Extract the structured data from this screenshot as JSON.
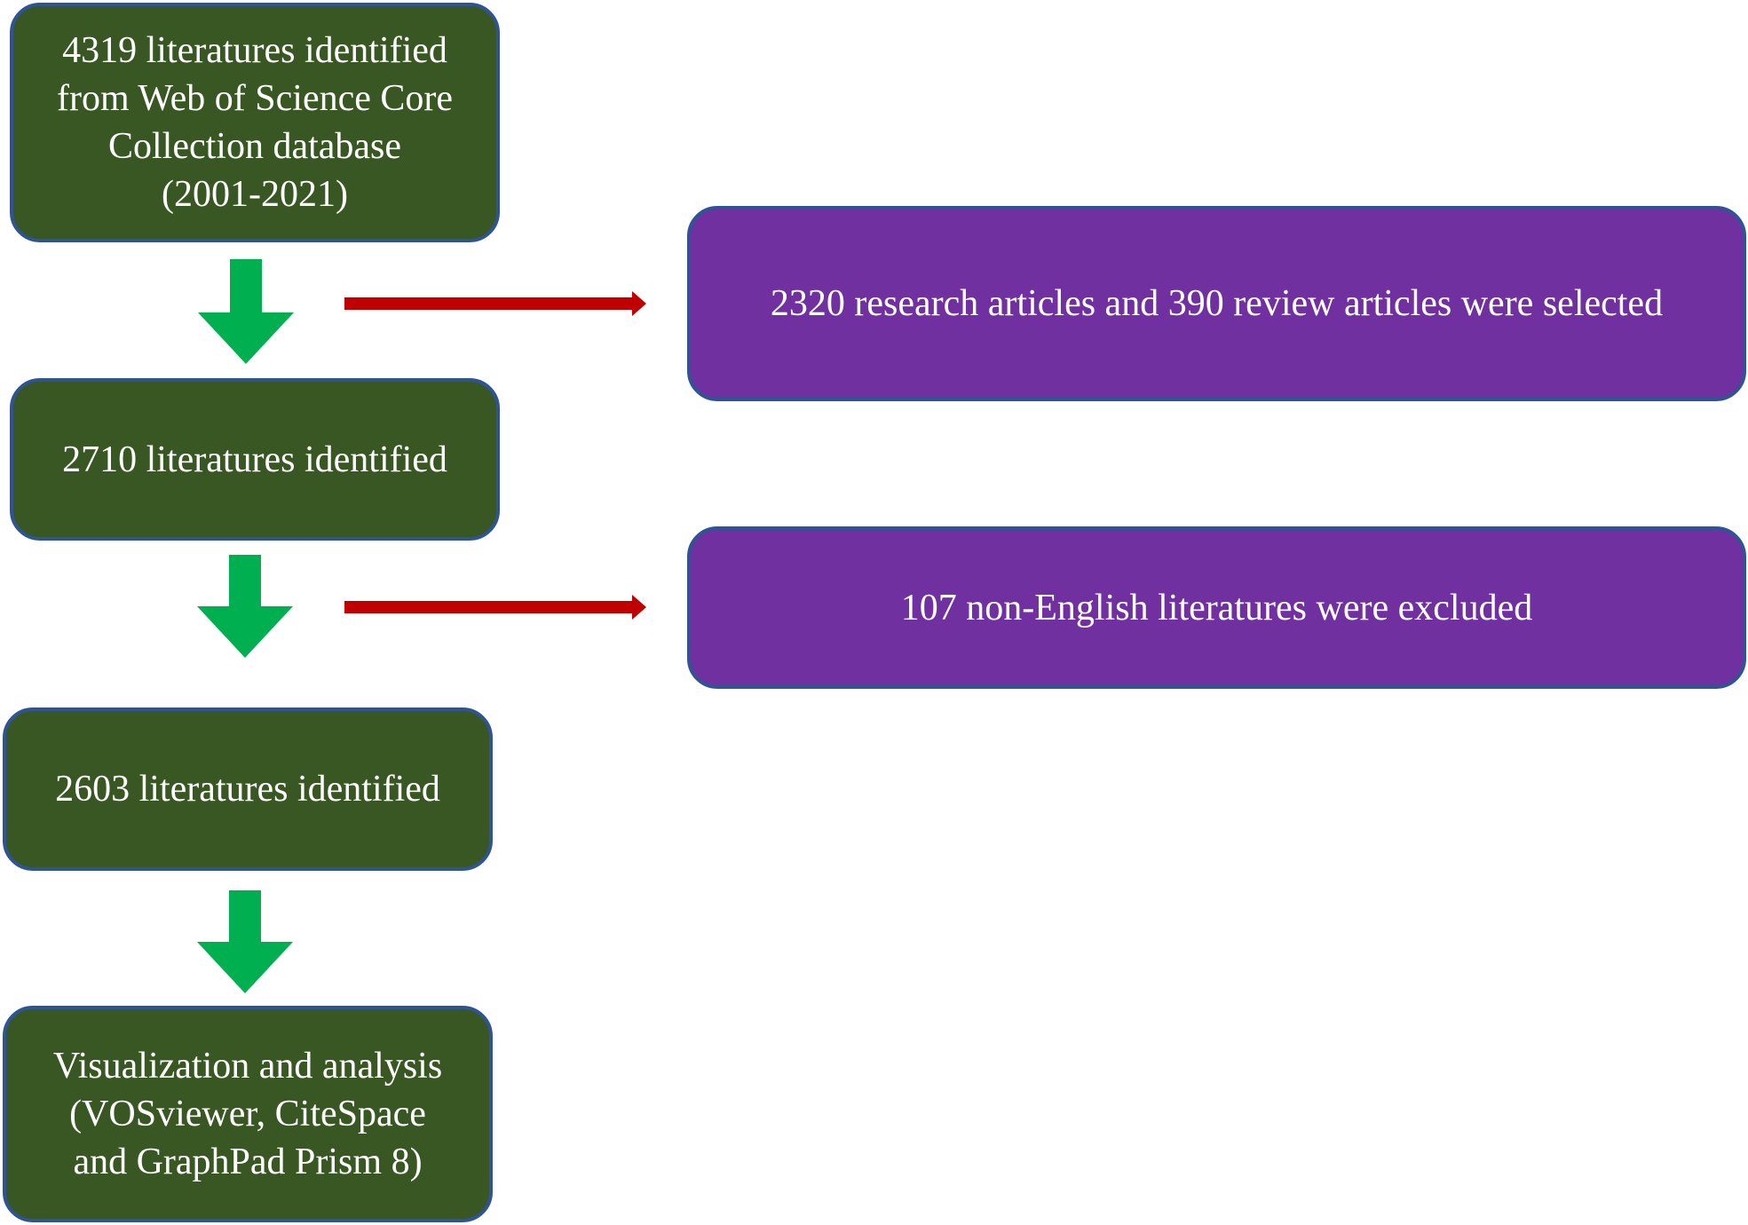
{
  "colors": {
    "step_fill": "#385723",
    "exclusion_fill": "#7030a0",
    "box_border": "#2f5496",
    "down_arrow": "#00b050",
    "side_arrow": "#c00000"
  },
  "steps": [
    {
      "text": "4319 literatures identified\nfrom Web of Science Core\nCollection database\n(2001-2021)"
    },
    {
      "text": "2710 literatures identified"
    },
    {
      "text": "2603 literatures identified"
    },
    {
      "text": "Visualization and analysis\n(VOSviewer, CiteSpace\nand GraphPad Prism 8)"
    }
  ],
  "exclusions": [
    {
      "text": "2320 research articles and 390 review articles were selected"
    },
    {
      "text": "107 non-English literatures were excluded"
    }
  ]
}
